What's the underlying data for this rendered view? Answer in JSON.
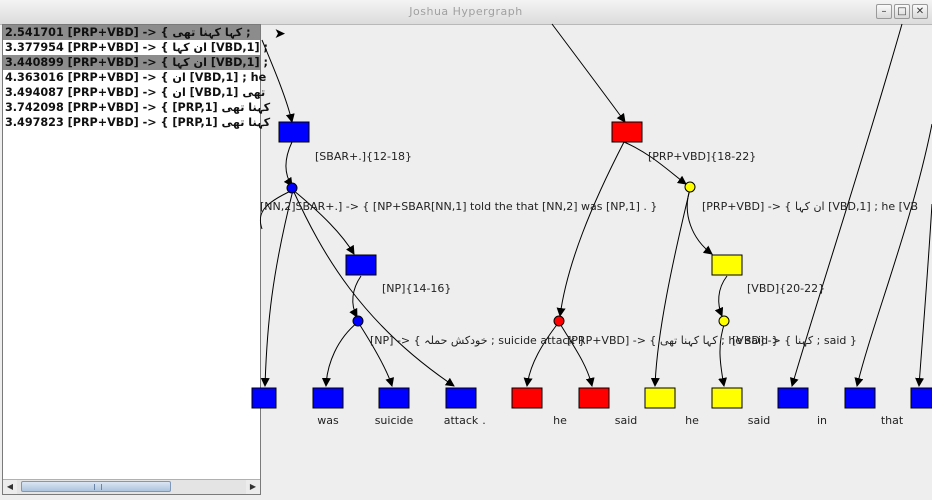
{
  "window": {
    "title": "Joshua Hypergraph",
    "minimize_glyph": "–",
    "maximize_glyph": "□",
    "close_glyph": "✕"
  },
  "derivation_list": [
    {
      "text": "2.541701 [PRP+VBD] -> { کہا کہنا تھی ;",
      "selected": true
    },
    {
      "text": "3.377954 [PRP+VBD] -> { ان کہا [VBD,1] ;",
      "selected": false
    },
    {
      "text": "3.440899 [PRP+VBD] -> { ان کہا [VBD,1] ;",
      "selected": true
    },
    {
      "text": "4.363016 [PRP+VBD] -> { ان [VBD,1] ; he",
      "selected": false
    },
    {
      "text": "3.494087 [PRP+VBD] -> { ان [VBD,1] تھی",
      "selected": false
    },
    {
      "text": "3.742098 [PRP+VBD] -> { [PRP,1] کہنا تھی",
      "selected": false
    },
    {
      "text": "3.497823 [PRP+VBD] -> { [PRP,1] کہنا تھی",
      "selected": false
    }
  ],
  "scrollbar": {
    "left_arrow": "◀",
    "right_arrow": "▶"
  },
  "pointer_icon_glyph": "➤",
  "graph": {
    "node_labels": {
      "sbar": "[SBAR+.]{12-18}",
      "np14": "[NP]{14-16}",
      "prpvbd": "[PRP+VBD]{18-22}",
      "vbd": "[VBD]{20-22}"
    },
    "rule_labels": {
      "r1": "[NN,2]SBAR+.] -> { [NP+SBAR[NN,1] told the that [NN,2] was [NP,1] . }",
      "r2": "[NP] -> { خودکش حملہ ; suicide attack }",
      "r3": "[PRP+VBD] -> { کہا کہنا تھی ; he said }",
      "r4": "[PRP+VBD] -> { ان کہا [VBD,1] ; he [VB",
      "r5": "[VBD] -> { کہنا ; said }"
    },
    "words": [
      "was",
      "suicide",
      "attack",
      ".",
      "he",
      "said",
      "he",
      "said",
      "in",
      "that"
    ],
    "colors": {
      "blue": "#0000ff",
      "red": "#ff0000",
      "yellow": "#ffff00"
    }
  }
}
